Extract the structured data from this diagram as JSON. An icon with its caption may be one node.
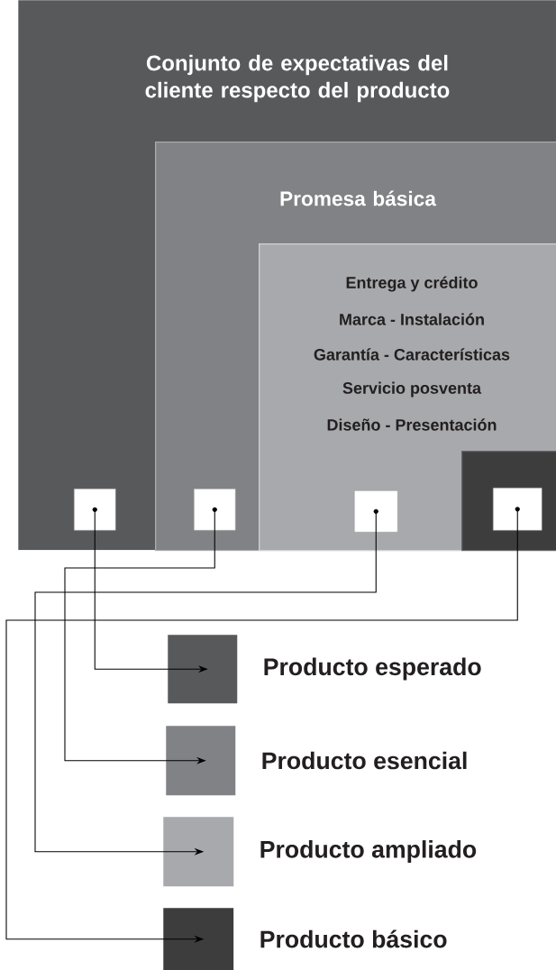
{
  "diagram": {
    "nodes": [
      {
        "text": [
          "Conjunto de expectativas del cliente respecto del producto"
        ]
      },
      {
        "text": [
          "Promesa básica"
        ],
        "in": 0
      },
      {
        "text": [
          "Entrega y crédito",
          "Marca - Instalación",
          "Garantía - Características",
          "Servicio posventa",
          "Diseño - Presentación"
        ],
        "in": 1
      },
      {
        "text": [],
        "shape": "box",
        "in": 2
      },
      {
        "text": [],
        "shape": "box",
        "in": 0
      },
      {
        "text": [],
        "shape": "box",
        "in": 1
      },
      {
        "text": [],
        "shape": "box",
        "in": 2
      },
      {
        "text": [],
        "shape": "box",
        "in": 3
      },
      {
        "text": [],
        "shape": "box",
        "beside": [
          "Producto esperado"
        ]
      },
      {
        "text": [],
        "shape": "box",
        "beside": [
          "Producto esencial"
        ]
      },
      {
        "text": [],
        "shape": "box",
        "beside": [
          "Producto ampliado"
        ]
      },
      {
        "text": [],
        "shape": "box",
        "beside": [
          "Producto básico"
        ]
      }
    ],
    "edges": [
      {
        "from": 4,
        "to": 8,
        "arrow": "to"
      },
      {
        "from": 5,
        "to": 9,
        "arrow": "to"
      },
      {
        "from": 6,
        "to": 10,
        "arrow": "to"
      },
      {
        "from": 7,
        "to": 11,
        "arrow": "to"
      }
    ]
  }
}
